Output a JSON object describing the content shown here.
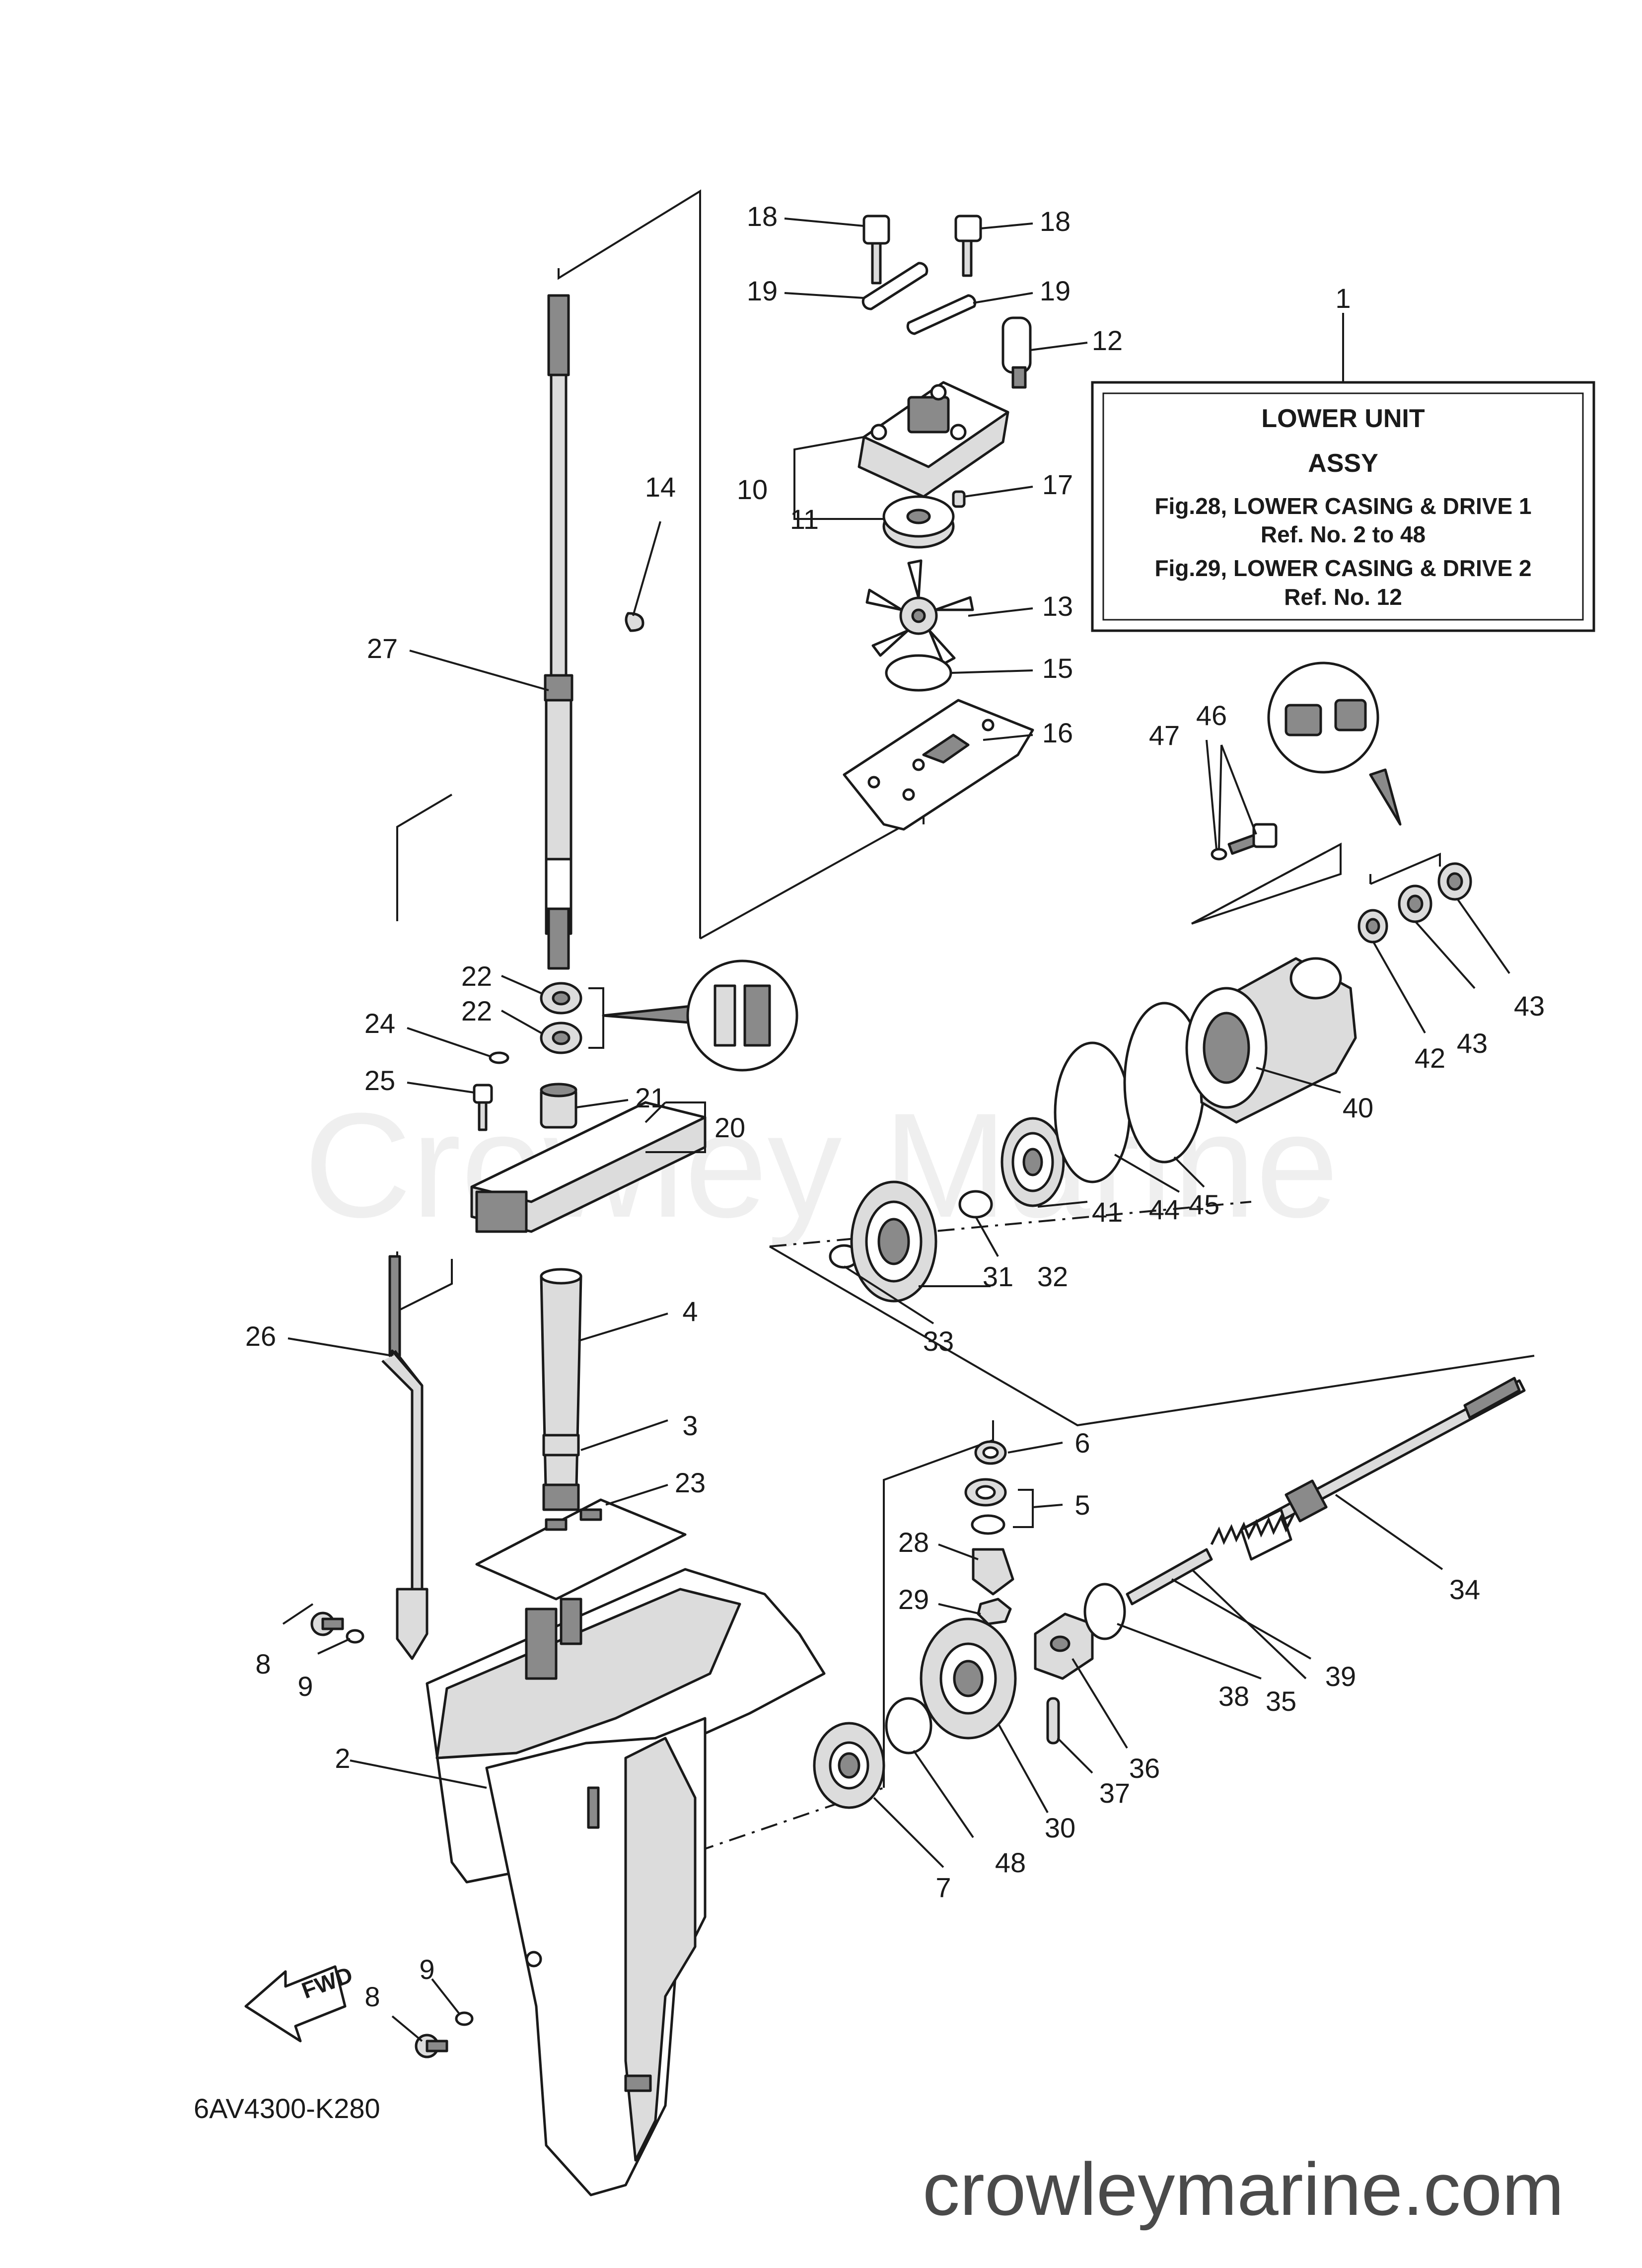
{
  "callout_labels": [
    "1",
    "2",
    "3",
    "4",
    "5",
    "6",
    "7",
    "8",
    "9",
    "10",
    "11",
    "12",
    "13",
    "14",
    "15",
    "16",
    "17",
    "18",
    "19",
    "20",
    "21",
    "22",
    "23",
    "24",
    "25",
    "26",
    "27",
    "28",
    "29",
    "30",
    "31",
    "32",
    "33",
    "34",
    "35",
    "36",
    "37",
    "38",
    "39",
    "40",
    "41",
    "42",
    "43",
    "44",
    "45",
    "46",
    "47",
    "48"
  ],
  "info_box": {
    "line1": "LOWER UNIT",
    "line2": "ASSY",
    "line3": "Fig.28, LOWER CASING & DRIVE 1",
    "line4": "Ref. No. 2 to 48",
    "line5": "Fig.29, LOWER CASING & DRIVE 2",
    "line6": "Ref. No. 12"
  },
  "fwd_arrow_label": "FWD",
  "diagram_code": "6AV4300-K280",
  "watermark": "Crowley Marine",
  "site_url": "crowleymarine.com"
}
